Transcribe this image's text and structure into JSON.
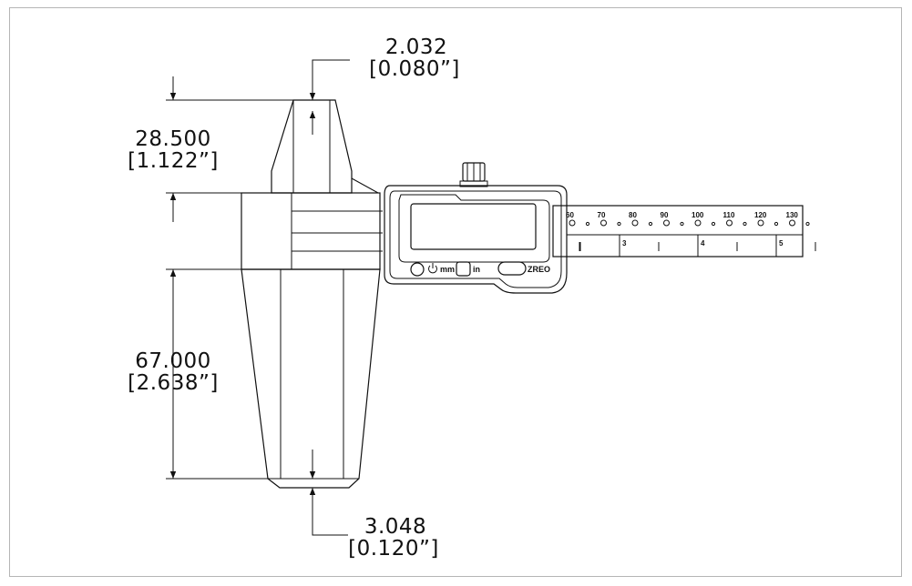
{
  "dimensions": {
    "top_gap": {
      "mm": "2.032",
      "in": "[0.080”]"
    },
    "tip_length": {
      "mm": "28.500",
      "in": "[1.122”]"
    },
    "jaw_length": {
      "mm": "67.000",
      "in": "[2.638”]"
    },
    "bottom_gap": {
      "mm": "3.048",
      "in": "[0.120”]"
    }
  },
  "buttons": {
    "power_label": "mm",
    "unit_label": "in",
    "zero_label": "ZREO"
  },
  "scale": {
    "mm_marks": [
      "60",
      "70",
      "80",
      "90",
      "100",
      "110",
      "120",
      "130"
    ],
    "inch_marks": [
      "3",
      "4",
      "5"
    ]
  },
  "colors": {
    "line": "#111111",
    "frame": "#b5b5b5",
    "background": "#ffffff"
  }
}
